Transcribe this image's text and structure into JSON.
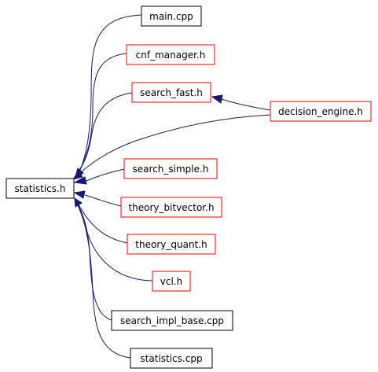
{
  "colors": {
    "root_fill": "#bfbfbf",
    "black_border": "#000000",
    "red_border": "#ff0000",
    "edge": "#191970"
  },
  "graph": {
    "root": {
      "id": "statistics_h",
      "label": "statistics.h",
      "border": "black",
      "filled": true
    },
    "nodes": [
      {
        "id": "main_cpp",
        "label": "main.cpp",
        "border": "black"
      },
      {
        "id": "cnf_manager_h",
        "label": "cnf_manager.h",
        "border": "red"
      },
      {
        "id": "search_fast_h",
        "label": "search_fast.h",
        "border": "red"
      },
      {
        "id": "decision_engine_h",
        "label": "decision_engine.h",
        "border": "red"
      },
      {
        "id": "search_simple_h",
        "label": "search_simple.h",
        "border": "red"
      },
      {
        "id": "theory_bitvector_h",
        "label": "theory_bitvector.h",
        "border": "red"
      },
      {
        "id": "theory_quant_h",
        "label": "theory_quant.h",
        "border": "red"
      },
      {
        "id": "vcl_h",
        "label": "vcl.h",
        "border": "red"
      },
      {
        "id": "search_impl_base_cpp",
        "label": "search_impl_base.cpp",
        "border": "black"
      },
      {
        "id": "statistics_cpp",
        "label": "statistics.cpp",
        "border": "black"
      }
    ],
    "edges": [
      {
        "from": "main_cpp",
        "to": "statistics_h"
      },
      {
        "from": "cnf_manager_h",
        "to": "statistics_h"
      },
      {
        "from": "search_fast_h",
        "to": "statistics_h"
      },
      {
        "from": "decision_engine_h",
        "to": "statistics_h"
      },
      {
        "from": "decision_engine_h",
        "to": "search_fast_h"
      },
      {
        "from": "search_simple_h",
        "to": "statistics_h"
      },
      {
        "from": "theory_bitvector_h",
        "to": "statistics_h"
      },
      {
        "from": "theory_quant_h",
        "to": "statistics_h"
      },
      {
        "from": "vcl_h",
        "to": "statistics_h"
      },
      {
        "from": "search_impl_base_cpp",
        "to": "statistics_h"
      },
      {
        "from": "statistics_cpp",
        "to": "statistics_h"
      }
    ]
  }
}
